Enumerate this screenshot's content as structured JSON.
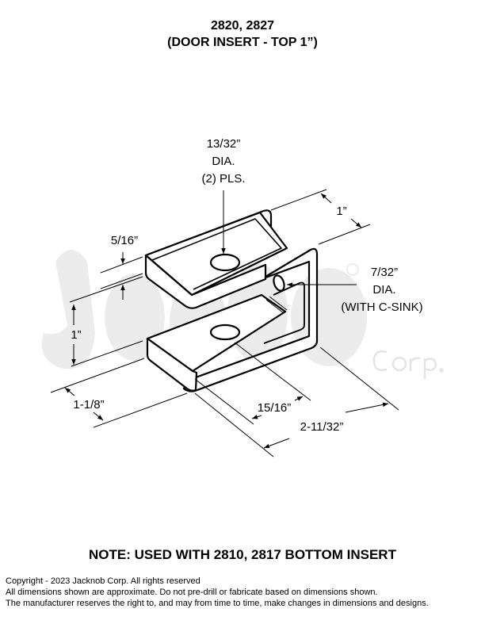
{
  "header": {
    "title_line1": "2820, 2827",
    "title_line2": "(DOOR INSERT - TOP 1”)"
  },
  "drawing": {
    "watermark": {
      "logo": "Jacknob",
      "suffix": "Corp.",
      "registered": "®"
    },
    "dimensions": {
      "hole_dia_line1": "13/32”",
      "hole_dia_line2": "DIA.",
      "hole_dia_line3": "(2) PLS.",
      "width_top": "1”",
      "flange_thickness": "5/16”",
      "side_hole_line1": "7/32”",
      "side_hole_line2": "DIA.",
      "side_hole_line3": "(WITH C-SINK)",
      "gap_height": "1”",
      "base_width": "1-1/8”",
      "hole_offset": "15/16”",
      "overall_depth": "2-11/32”"
    }
  },
  "note": "NOTE: USED WITH 2810, 2817 BOTTOM INSERT",
  "footer": {
    "line1": "Copyright - 2023 Jacknob Corp. All rights reserved",
    "line2": "All dimensions shown are approximate. Do not pre-drill or fabricate based on dimensions shown.",
    "line3": "The manufacturer reserves the right to, and may from time to time, make changes in dimensions and designs."
  }
}
